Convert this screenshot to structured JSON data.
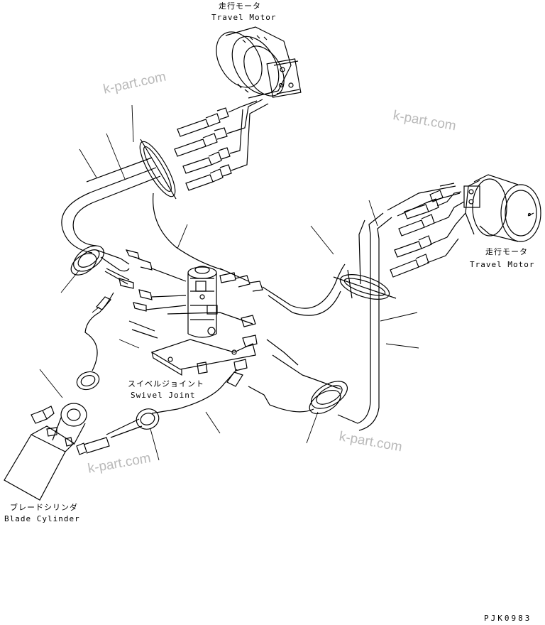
{
  "labels": {
    "travel_motor_top_jp": "走行モータ",
    "travel_motor_top_en": "Travel Motor",
    "travel_motor_right_jp": "走行モータ",
    "travel_motor_right_en": "Travel Motor",
    "swivel_joint_jp": "スイベルジョイント",
    "swivel_joint_en": "Swivel Joint",
    "blade_cylinder_jp": "ブレードシリンダ",
    "blade_cylinder_en": "Blade Cylinder"
  },
  "watermark": "k-part.com",
  "drawing_code": "PJK0983"
}
